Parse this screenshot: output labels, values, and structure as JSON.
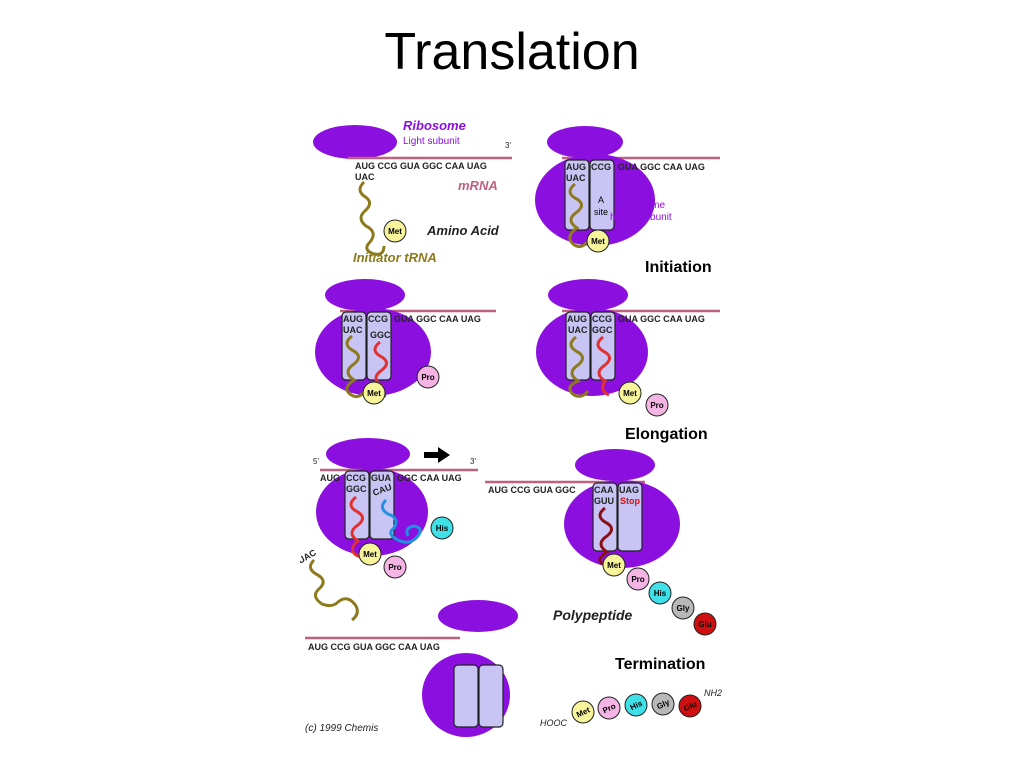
{
  "title": "Translation",
  "labels": {
    "ribosome": "Ribosome",
    "light_subunit": "Light subunit",
    "mrna": "mRNA",
    "amino_acid": "Amino Acid",
    "initiator_trna": "Initiator tRNA",
    "a_site_1": "A",
    "a_site_2": "site",
    "heavy_subunit_1": "Ribosome",
    "heavy_subunit_2": "heavy subunit",
    "polypeptide": "Polypeptide",
    "five_prime": "5'",
    "three_prime": "3'",
    "hooc": "HOOC",
    "nh2": "NH2",
    "stop": "Stop",
    "copyright": "(c) 1999 Chemis"
  },
  "stages": {
    "initiation": "Initiation",
    "elongation": "Elongation",
    "termination": "Termination"
  },
  "codons": {
    "aug": "AUG",
    "ccg": "CCG",
    "gua": "GUA",
    "ggc": "GGC",
    "caa": "CAA",
    "uag": "UAG",
    "rest_1": "GUA GGC CAA UAG",
    "rest_2": "GGC CAA UAG",
    "rest_3": "GGC CAA  UAG",
    "rest_4": "GGC CAA UAG",
    "full": "AUG CCG GUA GGC CAA UAG",
    "left_5": "AUG CCG GUA GGC",
    "uac": "UAC",
    "ggc_anti": "GGC",
    "cau": "CAU",
    "guu": "GUU"
  },
  "amino_acids": {
    "met": "Met",
    "pro": "Pro",
    "his": "His",
    "gly": "Gly",
    "glu": "Glu"
  },
  "colors": {
    "ribosome": "#8b10e0",
    "site": "#c8c4f4",
    "mrna_line": "#c06080",
    "initiator_trna": "#8c7a1c",
    "trna_red": "#e03030",
    "trna_blue": "#2090e0",
    "trna_dark": "#8a1018",
    "met": "#f8f49c",
    "pro": "#f4b4e4",
    "his": "#40e0e8",
    "gly": "#b8b8b8",
    "glu": "#d01010"
  }
}
